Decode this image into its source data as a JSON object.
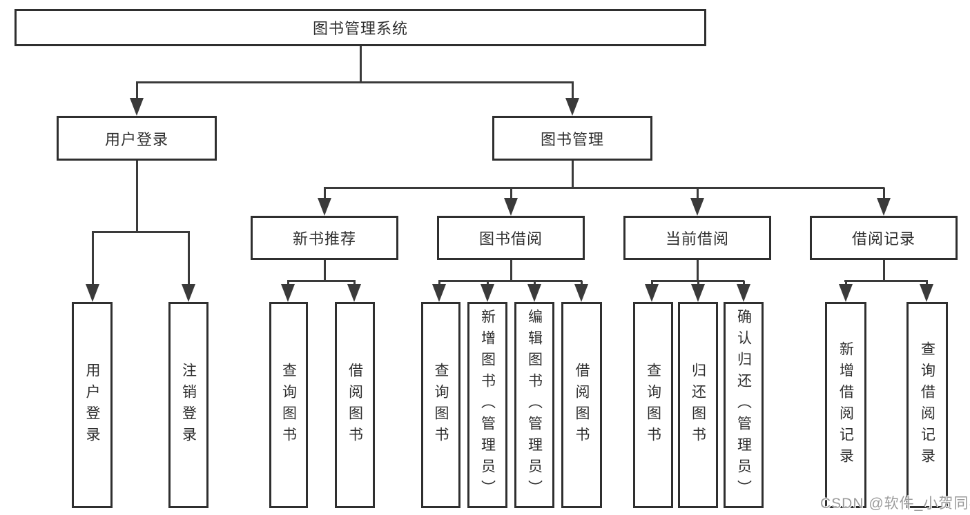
{
  "diagram": {
    "title": "图书管理系统",
    "branches": [
      {
        "label": "用户登录",
        "children": [
          {
            "label": "用户登录"
          },
          {
            "label": "注销登录"
          }
        ]
      },
      {
        "label": "图书管理",
        "children": [
          {
            "label": "新书推荐",
            "children": [
              {
                "label": "查询图书"
              },
              {
                "label": "借阅图书"
              }
            ]
          },
          {
            "label": "图书借阅",
            "children": [
              {
                "label": "查询图书"
              },
              {
                "label": "新增图书（管理员）"
              },
              {
                "label": "编辑图书（管理员）"
              },
              {
                "label": "借阅图书"
              }
            ]
          },
          {
            "label": "当前借阅",
            "children": [
              {
                "label": "查询图书"
              },
              {
                "label": "归还图书"
              },
              {
                "label": "确认归还（管理员）"
              }
            ]
          },
          {
            "label": "借阅记录",
            "children": [
              {
                "label": "新增借阅记录"
              },
              {
                "label": "查询借阅记录"
              }
            ]
          }
        ]
      }
    ],
    "watermark": "CSDN @软件_小贺同学",
    "colors": {
      "line": "#3a3a3a",
      "border": "#2f2f2f",
      "text": "#2e2e2e",
      "watermark": "#9b9b9b",
      "background": "#ffffff"
    }
  }
}
